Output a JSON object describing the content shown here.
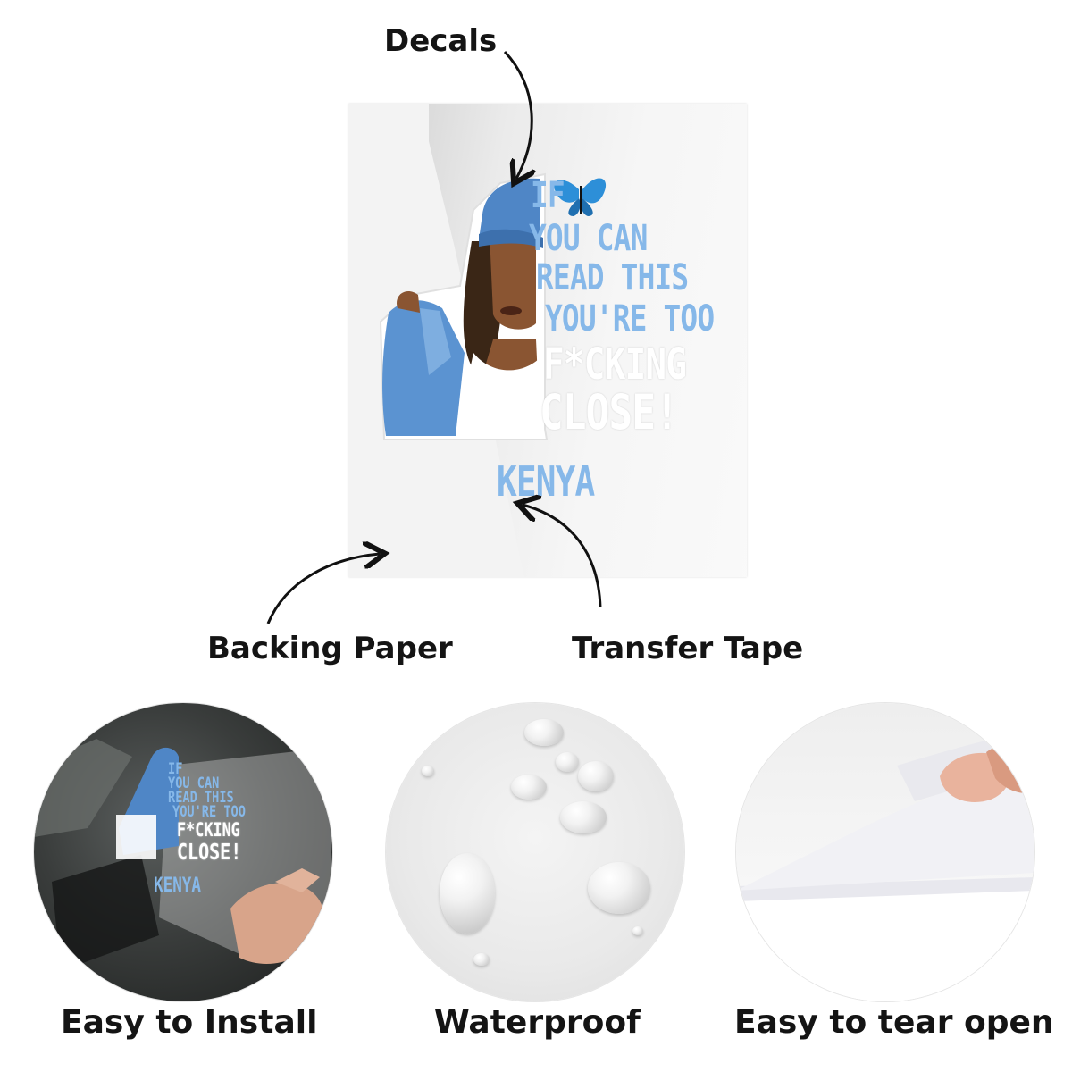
{
  "callouts": {
    "decals": "Decals",
    "backing_paper": "Backing Paper",
    "transfer_tape": "Transfer Tape"
  },
  "decal": {
    "line1": "IF",
    "line2": "YOU CAN",
    "line3": "READ THIS",
    "line4": "YOU'RE TOO",
    "line5": "F*CKING",
    "line6": "CLOSE!",
    "name": "KENYA"
  },
  "features": [
    {
      "caption": "Easy to Install",
      "icon": "hand-applying-decal"
    },
    {
      "caption": "Waterproof",
      "icon": "water-droplets"
    },
    {
      "caption": "Easy to tear open",
      "icon": "peeling-sheet"
    }
  ],
  "colors": {
    "decal_blue": "#86b8e9",
    "denim": "#4f86c6",
    "label": "#141414"
  }
}
